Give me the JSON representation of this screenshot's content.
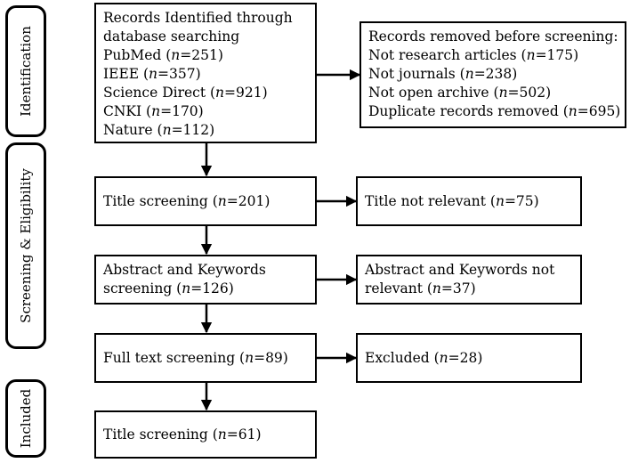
{
  "phases": [
    {
      "label": "Identification"
    },
    {
      "label": "Screening & Eligibility"
    },
    {
      "label": "Included"
    }
  ],
  "boxes": {
    "identified": {
      "lines": [
        {
          "text": "Records Identified through"
        },
        {
          "text": "database searching"
        },
        {
          "pre": "PubMed (",
          "n": "n",
          "post": "=251)"
        },
        {
          "pre": "IEEE (",
          "n": "n",
          "post": "=357)"
        },
        {
          "pre": "Science Direct (",
          "n": "n",
          "post": "=921)"
        },
        {
          "pre": "CNKI (",
          "n": "n",
          "post": "=170)"
        },
        {
          "pre": "Nature (",
          "n": "n",
          "post": "=112)"
        }
      ]
    },
    "removed": {
      "lines": [
        {
          "text": "Records removed before screening:"
        },
        {
          "pre": "Not research articles (",
          "n": "n",
          "post": "=175)"
        },
        {
          "pre": "Not journals (",
          "n": "n",
          "post": "=238)"
        },
        {
          "pre": "Not open archive (",
          "n": "n",
          "post": "=502)"
        },
        {
          "pre": "Duplicate records removed (",
          "n": "n",
          "post": "=695)"
        }
      ]
    },
    "title_screening": {
      "lines": [
        {
          "pre": "Title screening (",
          "n": "n",
          "post": "=201)"
        }
      ]
    },
    "title_not_relevant": {
      "lines": [
        {
          "pre": "Title not relevant (",
          "n": "n",
          "post": "=75)"
        }
      ]
    },
    "abstract_screening": {
      "lines": [
        {
          "text": "Abstract and Keywords"
        },
        {
          "pre": "screening (",
          "n": "n",
          "post": "=126)"
        }
      ]
    },
    "abstract_not_relevant": {
      "lines": [
        {
          "text": "Abstract and Keywords not"
        },
        {
          "pre": "relevant (",
          "n": "n",
          "post": "=37)"
        }
      ]
    },
    "full_text": {
      "lines": [
        {
          "pre": "Full text screening (",
          "n": "n",
          "post": "=89)"
        }
      ]
    },
    "excluded": {
      "lines": [
        {
          "pre": "Excluded (",
          "n": "n",
          "post": "=28)"
        }
      ]
    },
    "included": {
      "lines": [
        {
          "pre": "Title screening (",
          "n": "n",
          "post": "=61)"
        }
      ]
    }
  }
}
